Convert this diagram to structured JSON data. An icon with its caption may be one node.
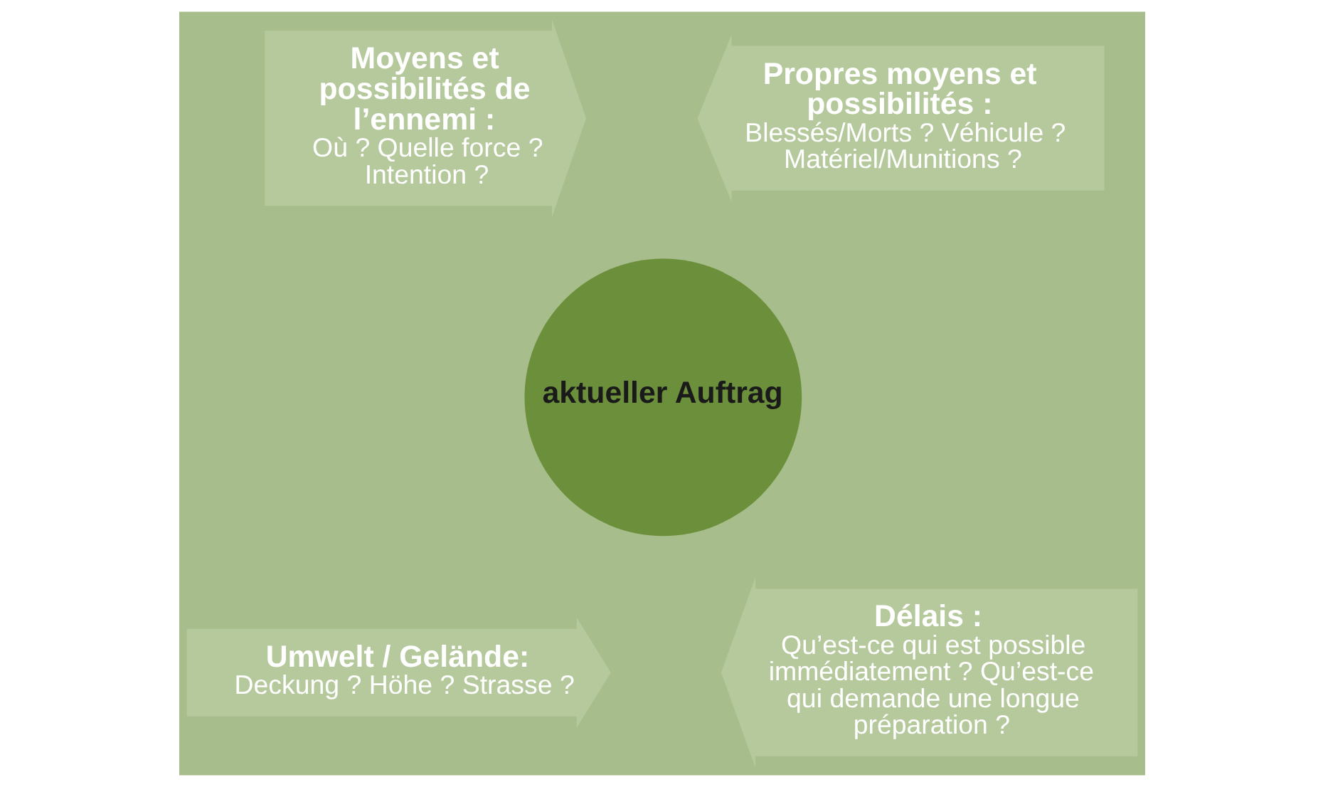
{
  "diagram": {
    "nodes": [
      {
        "text": [
          "Moyens et possibilités de l’ennemi :",
          "Où ? Quelle force ? Intention ?"
        ]
      },
      {
        "text": [
          "Propres moyens et possibilités :",
          "Blessés/Morts ? Véhicule ? Matériel/Munitions ?"
        ]
      },
      {
        "text": [
          "aktueller Auftrag"
        ]
      },
      {
        "text": [
          "Umwelt / Gelände:",
          "Deckung ? Höhe ? Strasse ?"
        ]
      },
      {
        "text": [
          "Délais :",
          "Qu’est-ce qui est possible immédiatement ? Qu’est-ce qui demande une longue préparation ?"
        ]
      }
    ],
    "edges": []
  }
}
